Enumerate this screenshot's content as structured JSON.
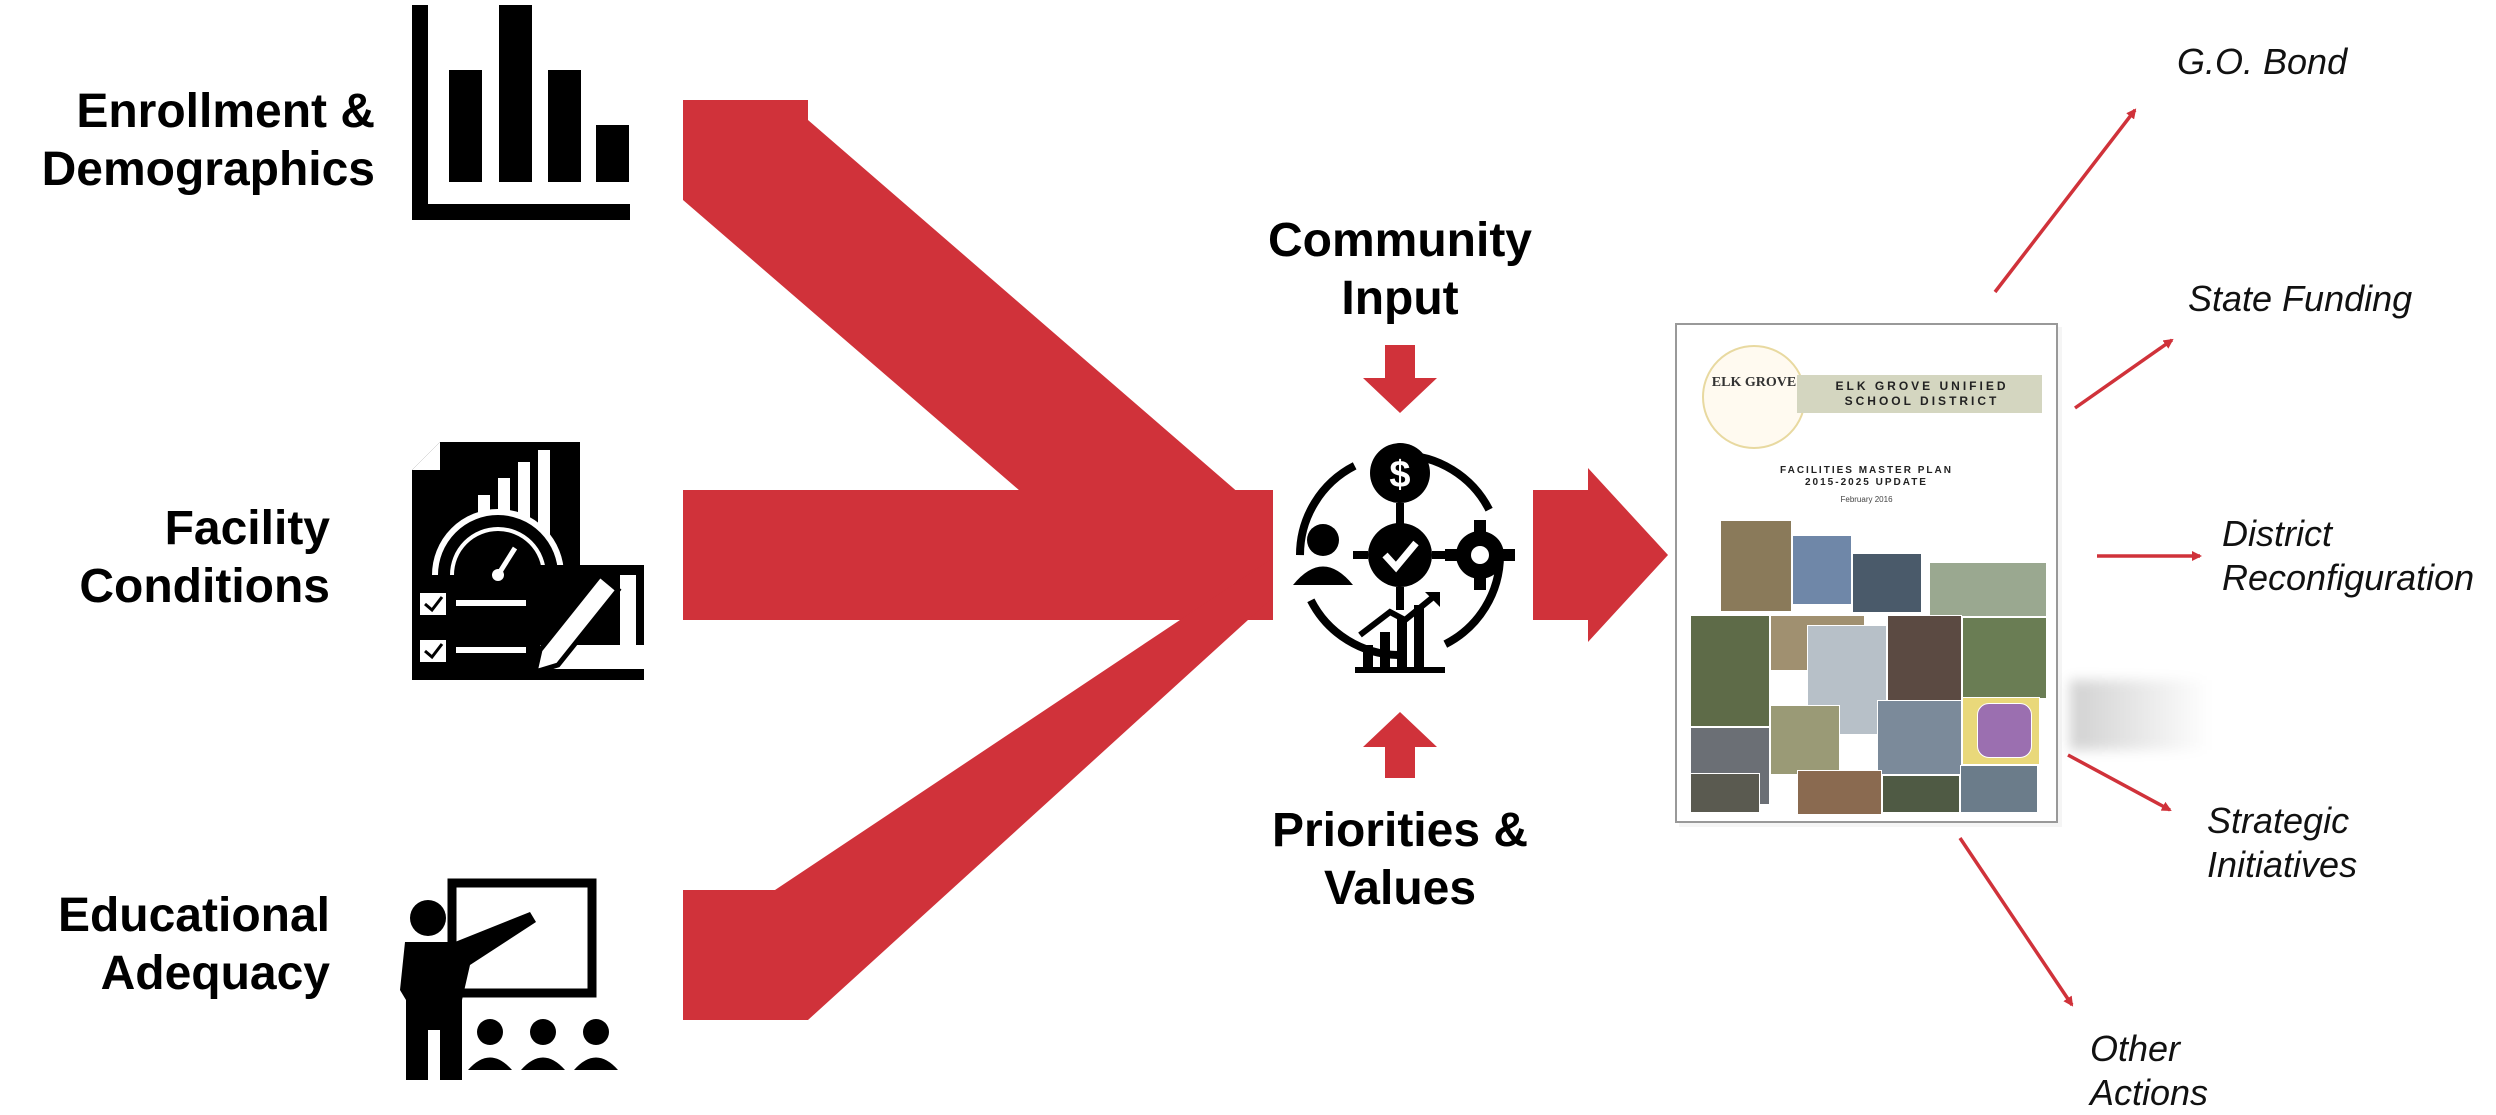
{
  "inputs": {
    "enrollment": "Enrollment &\nDemographics",
    "facility": "Facility\nConditions",
    "educational": "Educational\nAdequacy"
  },
  "center": {
    "community": "Community\nInput",
    "priorities": "Priorities &\nValues"
  },
  "document": {
    "seal_text": "ELK GROVE",
    "district": "ELK GROVE UNIFIED SCHOOL DISTRICT",
    "plan_title": "FACILITIES MASTER PLAN\n2015-2025 UPDATE",
    "date": "February 2016"
  },
  "outputs": {
    "go_bond": "G.O. Bond",
    "state_funding": "State Funding",
    "district_reconfig": "District\nReconfiguration",
    "strategic": "Strategic\nInitiatives",
    "other": "Other\nActions"
  },
  "colors": {
    "accent": "#d0323a",
    "icon": "#000000",
    "text": "#000000"
  },
  "icons": [
    "bar-chart-icon",
    "facility-report-icon",
    "teacher-icon",
    "decision-hub-icon",
    "document-cover"
  ]
}
